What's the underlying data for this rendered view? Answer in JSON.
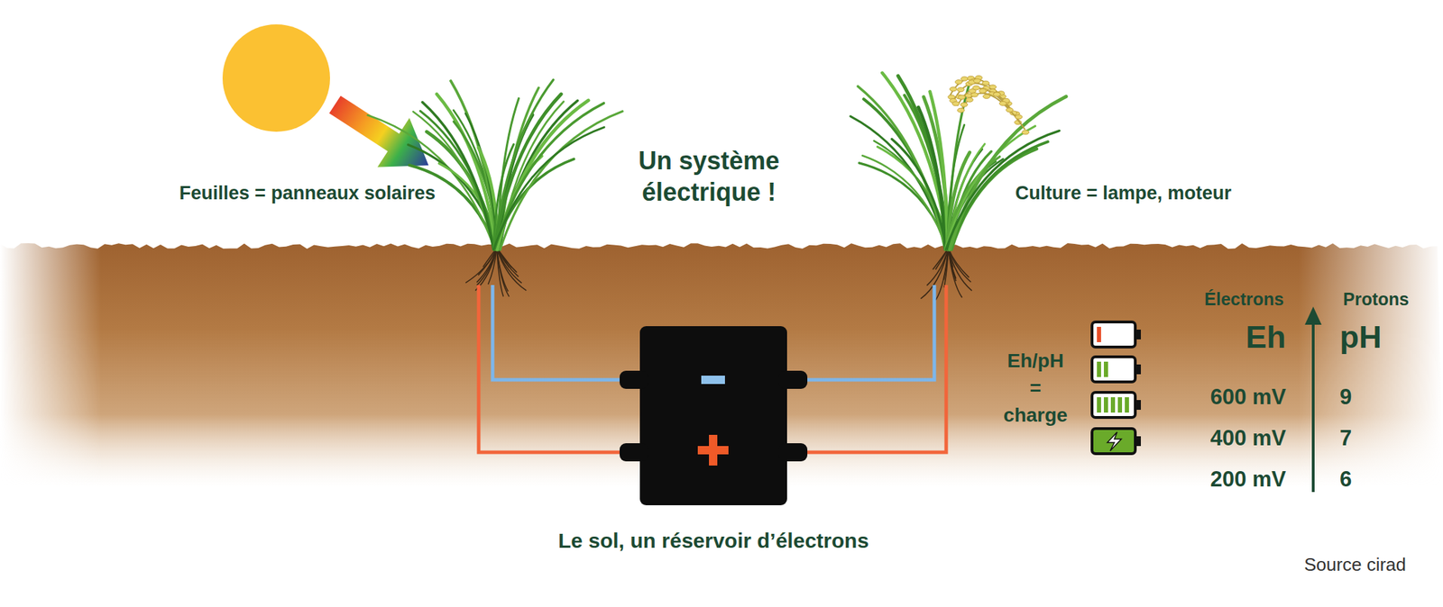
{
  "diagram": {
    "title": "Un système électrique !",
    "nodes": [
      {
        "text": [
          "Feuilles = panneaux solaires"
        ]
      },
      {
        "text": [
          "Culture = lampe, moteur"
        ]
      },
      {
        "text": [
          "Le sol, un réservoir d’électrons"
        ]
      }
    ],
    "edges": [
      {
        "from": 0,
        "to": 2,
        "arrow": "none"
      },
      {
        "from": 0,
        "to": 2,
        "arrow": "none"
      },
      {
        "from": 2,
        "to": 1,
        "arrow": "none"
      },
      {
        "from": 2,
        "to": 1,
        "arrow": "none"
      }
    ],
    "labels": [
      "Eh/pH = charge",
      "Électrons",
      "Protons",
      "Eh",
      "pH",
      "600 mV",
      "400 mV",
      "200 mV",
      "9",
      "7",
      "6",
      "Source cirad"
    ]
  }
}
